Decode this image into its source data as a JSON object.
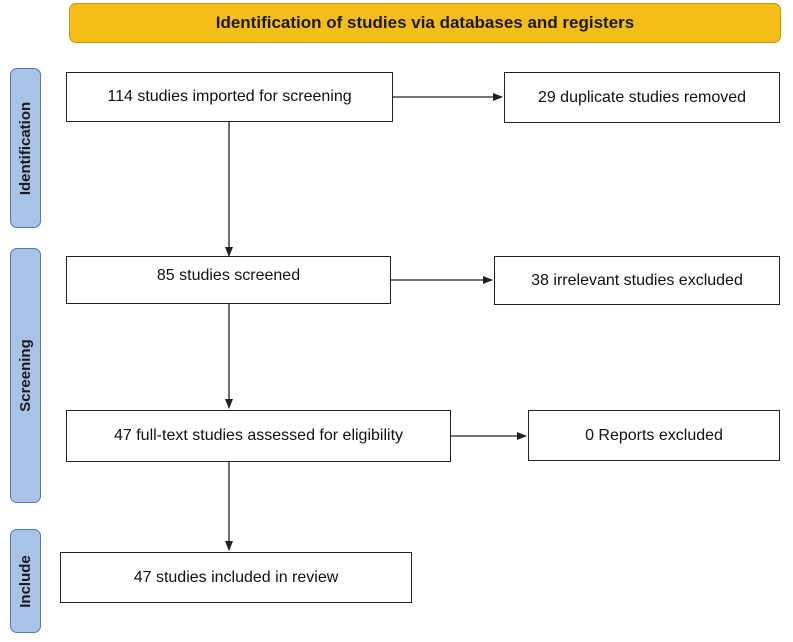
{
  "header": {
    "title": "Identification of studies via databases and registers"
  },
  "stages": {
    "identification": "Identification",
    "screening": "Screening",
    "include": "Include"
  },
  "boxes": {
    "imported": "114 studies imported for screening",
    "duplicates": "29 duplicate studies removed",
    "screened": "85 studies screened",
    "irrelevant": "38 irrelevant studies excluded",
    "fulltext": "47 full-text studies assessed for eligibility",
    "reports_excluded": "0 Reports excluded",
    "included": "47 studies included in review"
  },
  "colors": {
    "header_fill": "#f5bd18",
    "stage_fill": "#a9c3e6",
    "stage_border": "#4f79b7",
    "box_border": "#222222"
  }
}
